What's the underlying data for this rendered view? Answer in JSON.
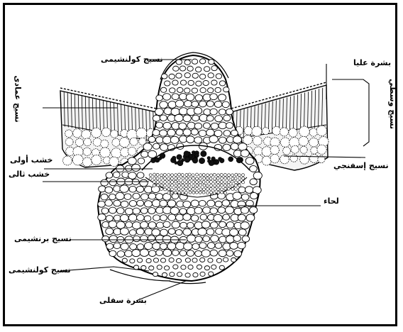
{
  "figure": {
    "labels": {
      "collenchyma_top": "نسيج كولنشيمى",
      "upper_epidermis": "بشرة عليا",
      "palisade": "نسيج عمادى",
      "mesophyll": "نسيج وسطي",
      "protoxylem": "خشب أولى",
      "metaxylem": "خشب ثالى",
      "spongy": "نسيج إسفنجي",
      "phloem": "لحاء",
      "parenchyma": "نسيج برنشيمى",
      "collenchyma_bottom": "نسيج كولنشيمى",
      "lower_epidermis": "بشرة سفلى"
    },
    "colors": {
      "ink": "#000000",
      "paper": "#ffffff"
    }
  }
}
